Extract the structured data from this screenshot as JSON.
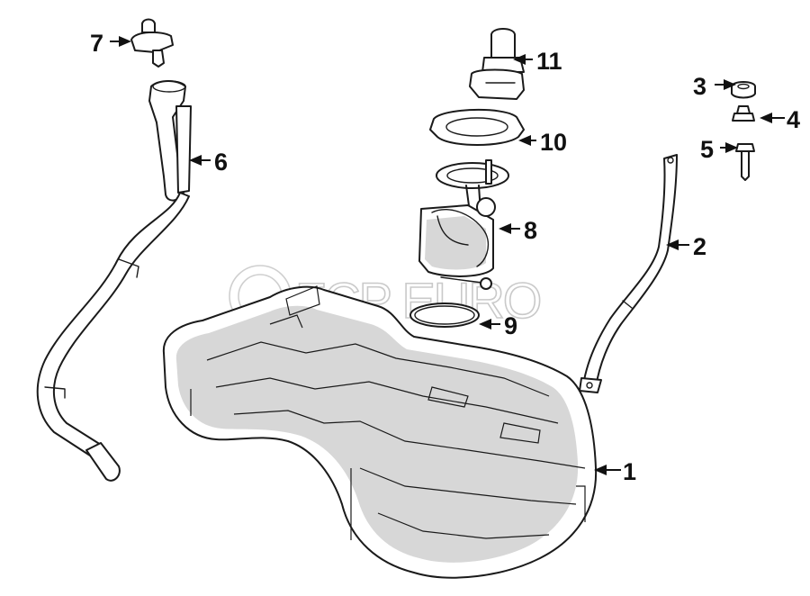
{
  "watermark": {
    "brand": "FCP EURO",
    "color": "#c9c9c9"
  },
  "colors": {
    "line": "#1a1a1a",
    "shade": "#d7d7d7",
    "background": "#ffffff"
  },
  "callouts": {
    "c1": "1",
    "c2": "2",
    "c3": "3",
    "c4": "4",
    "c5": "5",
    "c6": "6",
    "c7": "7",
    "c8": "8",
    "c9": "9",
    "c10": "10",
    "c11": "11"
  }
}
